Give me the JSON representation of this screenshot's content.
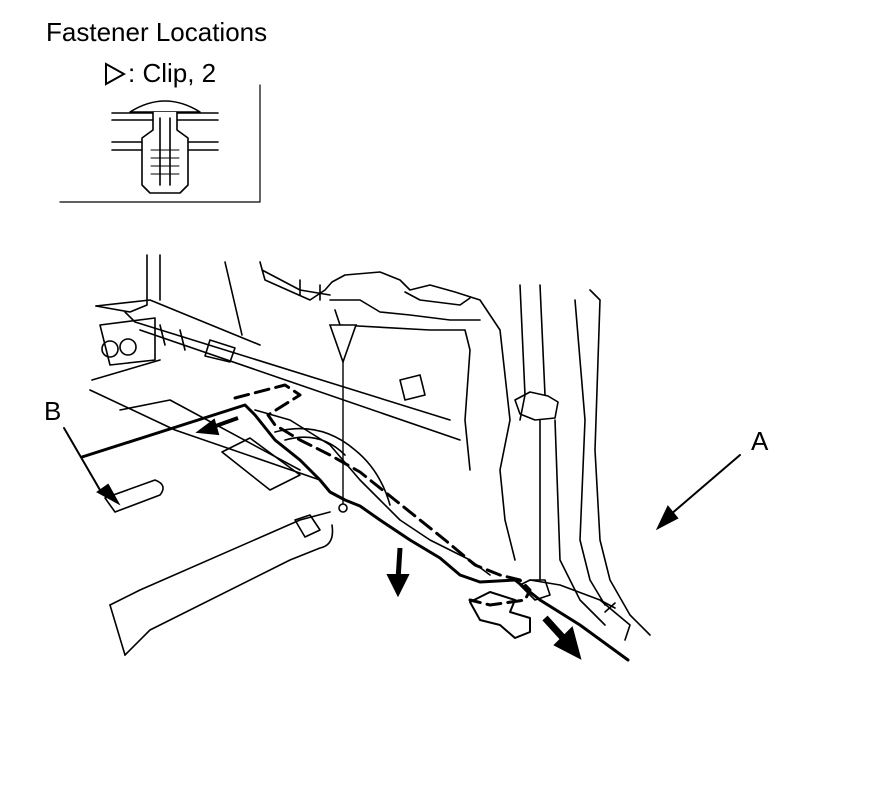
{
  "header": {
    "title": "Fastener Locations",
    "legend_text": ": Clip, 2"
  },
  "callouts": {
    "a": "A",
    "b": "B"
  },
  "icons": {
    "legend_symbol": "clip-triangle-icon",
    "clip_detail": "push-clip-cross-section"
  },
  "colors": {
    "line": "#000000",
    "background": "#ffffff"
  }
}
